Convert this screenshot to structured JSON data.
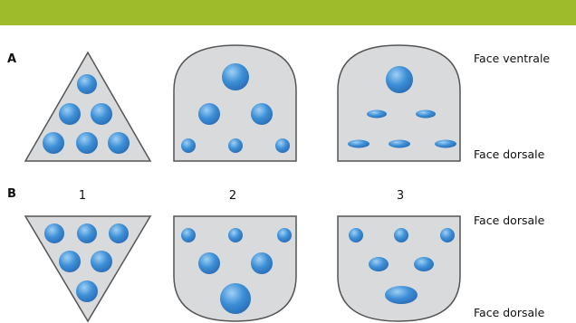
{
  "colors": {
    "top_bar": "#9dbb2a",
    "shape_fill": "#d9dadb",
    "shape_stroke": "#555555",
    "dot_fill": "#3d8fd6",
    "dot_highlight": "#9fd0f5"
  },
  "rows": {
    "a_label": "A",
    "b_label": "B"
  },
  "columns": {
    "c1": "1",
    "c2": "2",
    "c3": "3"
  },
  "faces": {
    "a_top": "Face ventrale",
    "a_bottom": "Face dorsale",
    "b_top": "Face dorsale",
    "b_bottom": "Face dorsale"
  }
}
